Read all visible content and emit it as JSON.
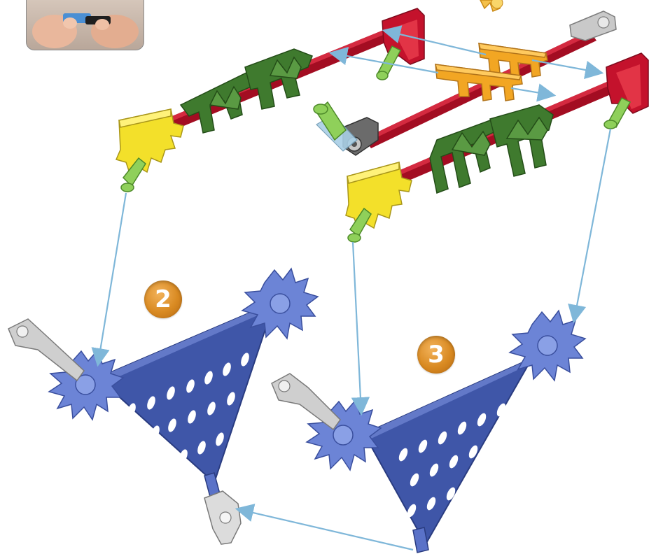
{
  "steps": [
    {
      "number": "2"
    },
    {
      "number": "3"
    }
  ],
  "colors": {
    "red_rod": "#b8102a",
    "yellow_connector": "#f3e02a",
    "orange_connector": "#f2a623",
    "green_connector": "#3f7a2e",
    "light_green_peg": "#8fd05a",
    "blue_piece": "#5a72c8",
    "gray_piece": "#bfbfbf",
    "arrow": "#7fb7d9",
    "badge": "#e0922a"
  },
  "icons": [
    "sun-icon",
    "inset-photo-hands"
  ]
}
